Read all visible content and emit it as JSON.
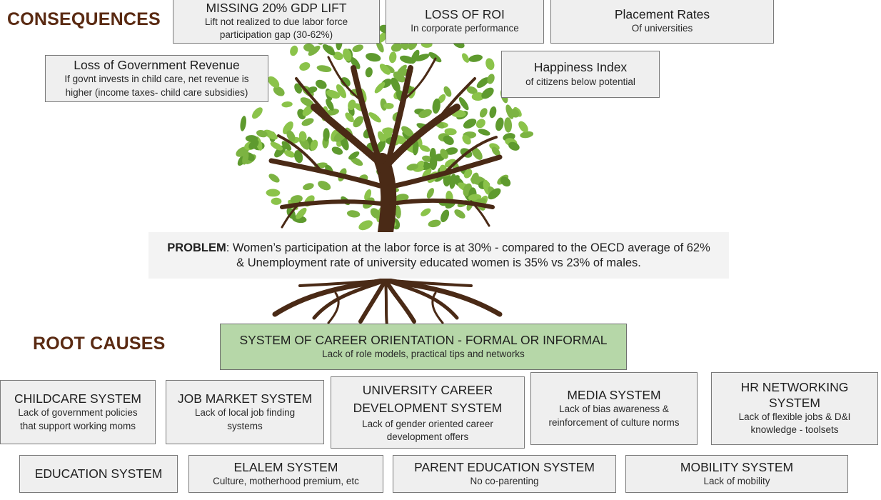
{
  "headings": {
    "consequences": "CONSEQUENCES",
    "root_causes": "ROOT CAUSES"
  },
  "consequences": [
    {
      "id": "gdp",
      "title": "MISSING 20% GDP LIFT",
      "subtitle": "Lift not realized to due labor force participation gap (30-62%)"
    },
    {
      "id": "roi",
      "title": "LOSS OF ROI",
      "subtitle": "In corporate performance"
    },
    {
      "id": "placement",
      "title": "Placement Rates",
      "subtitle": "Of universities"
    },
    {
      "id": "gov-revenue",
      "title": "Loss of Government Revenue",
      "subtitle": "If govnt invests in child care, net revenue is higher (income taxes- child care subsidies)"
    },
    {
      "id": "happiness",
      "title": "Happiness Index",
      "subtitle": "of citizens below potential"
    }
  ],
  "problem": {
    "label": "PROBLEM",
    "text": ": Women’s participation at the labor force is at 30% - compared to the OECD average of 62% &  Unemployment rate of university educated women is 35% vs 23% of males."
  },
  "main_cause": {
    "title": "SYSTEM OF CAREER ORIENTATION - FORMAL OR INFORMAL",
    "subtitle": "Lack of role models, practical tips and networks"
  },
  "root_causes": [
    {
      "id": "childcare",
      "title": "CHILDCARE  SYSTEM",
      "subtitle": "Lack of government policies that support working moms"
    },
    {
      "id": "job-market",
      "title": "JOB MARKET  SYSTEM",
      "subtitle": "Lack of local job finding systems"
    },
    {
      "id": "university",
      "title": "UNIVERSITY CAREER DEVELOPMENT  SYSTEM",
      "subtitle": "Lack of gender oriented career development offers"
    },
    {
      "id": "media",
      "title": "MEDIA  SYSTEM",
      "subtitle": "Lack of bias awareness & reinforcement of culture norms"
    },
    {
      "id": "hr-networking",
      "title": "HR NETWORKING SYSTEM",
      "subtitle": "Lack of flexible jobs & D&I knowledge - toolsets"
    },
    {
      "id": "education",
      "title": "EDUCATION SYSTEM",
      "subtitle": ""
    },
    {
      "id": "elalem",
      "title": "ELALEM  SYSTEM",
      "subtitle": "Culture, motherhood premium, etc"
    },
    {
      "id": "parent-education",
      "title": "PARENT EDUCATION SYSTEM",
      "subtitle": "No co-parenting"
    },
    {
      "id": "mobility",
      "title": "MOBILITY SYSTEM",
      "subtitle": "Lack of mobility"
    }
  ],
  "colors": {
    "leaf": "#7cb342",
    "leaf_dark": "#5e9a2e",
    "trunk": "#4a2a16",
    "heading": "#5a2a12",
    "main_cause_fill": "#b6d7a8"
  }
}
